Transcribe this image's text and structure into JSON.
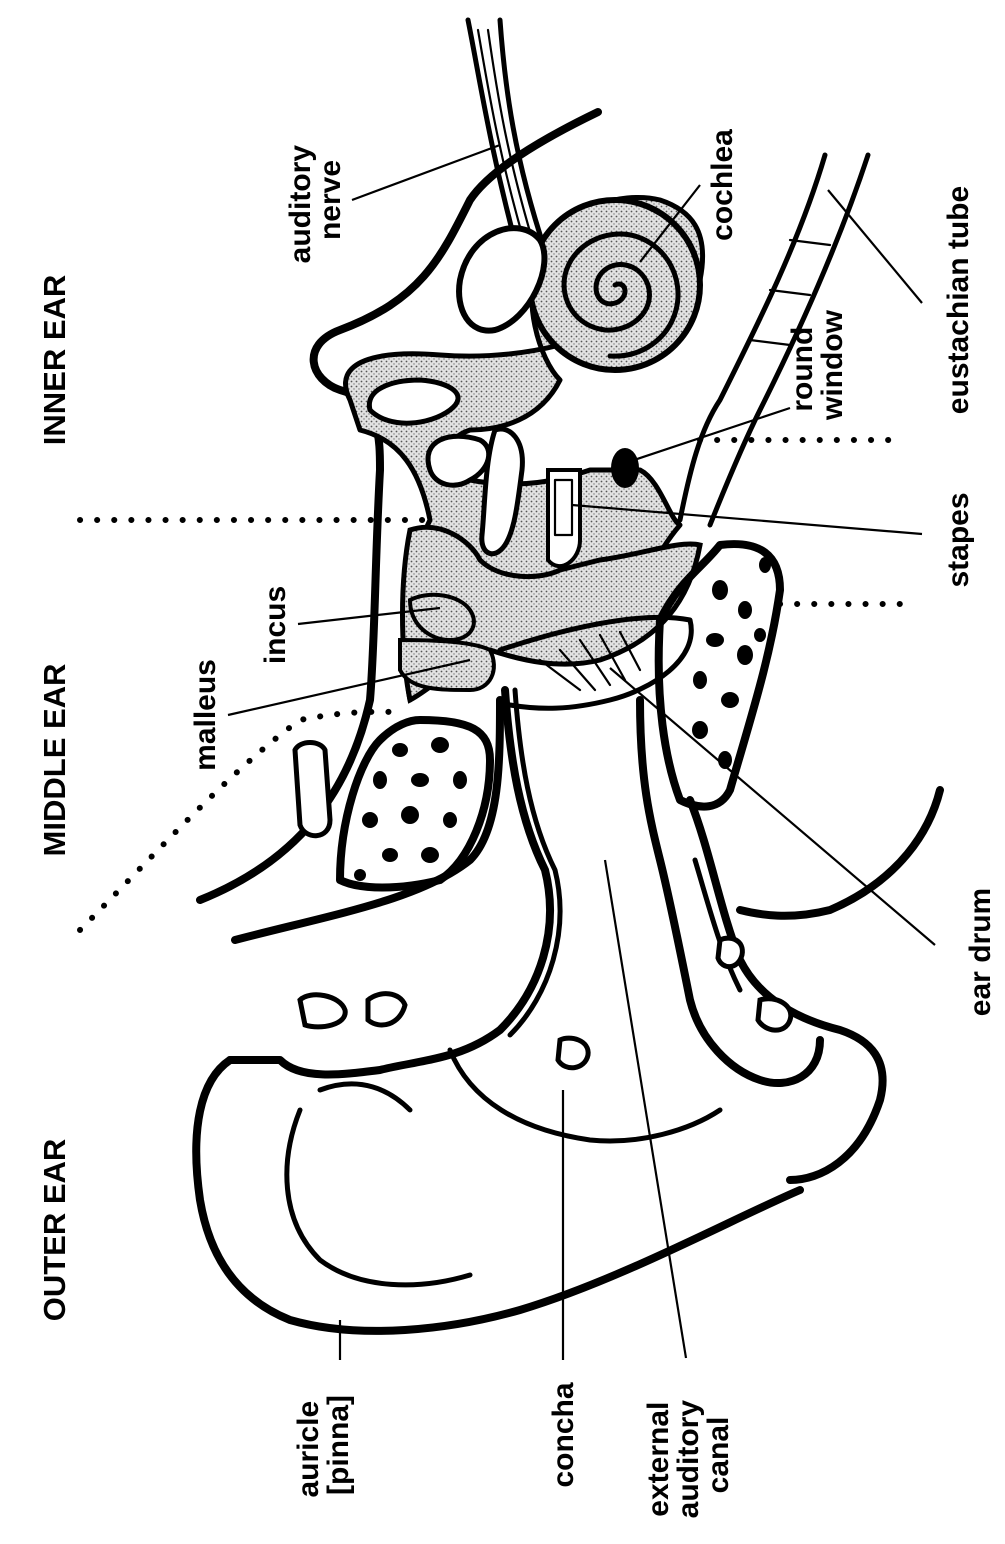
{
  "sections": {
    "outer": "OUTER EAR",
    "middle": "MIDDLE EAR",
    "inner": "INNER EAR"
  },
  "labels": {
    "auditory_nerve": [
      "auditory",
      "nerve"
    ],
    "cochlea": "cochlea",
    "eustachian_tube": "eustachian tube",
    "round_window": [
      "round",
      "window"
    ],
    "stapes": "stapes",
    "incus": "incus",
    "malleus": "malleus",
    "ear_drum": "ear drum",
    "auricle": [
      "auricle",
      "[pinna]"
    ],
    "concha": "concha",
    "external_auditory_canal": [
      "external",
      "auditory",
      "canal"
    ]
  },
  "colors": {
    "ink": "#000000",
    "shade": "#c8c8c8",
    "background": "#ffffff"
  }
}
